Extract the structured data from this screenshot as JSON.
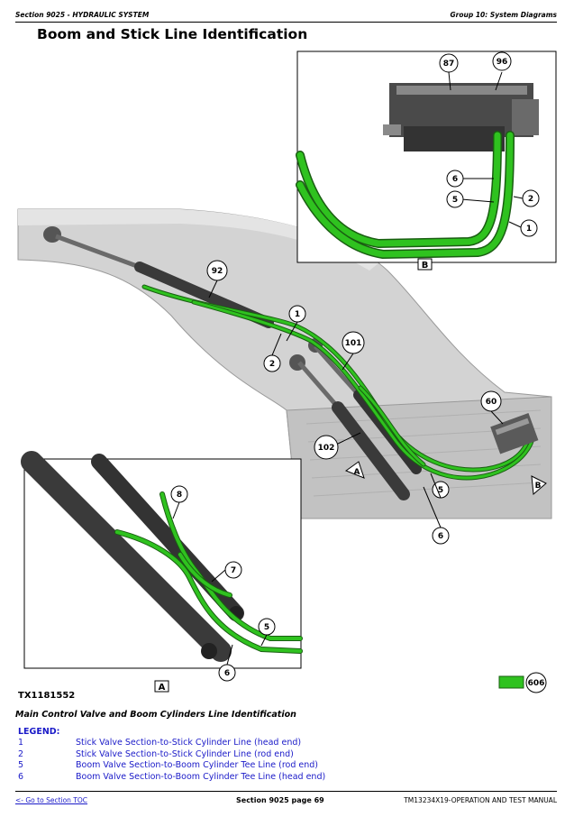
{
  "header": {
    "section": "Section 9025 - HYDRAULIC SYSTEM",
    "group": "Group 10: System Diagrams"
  },
  "page_title": "Boom and Stick Line Identification",
  "figure": {
    "callouts": {
      "c87": "87",
      "c96": "96",
      "c6_b": "6",
      "c5_b": "5",
      "c2_b": "2",
      "c1_b": "1",
      "c92": "92",
      "c1_m": "1",
      "c2_m": "2",
      "c101": "101",
      "c60": "60",
      "c102": "102",
      "c5_m": "5",
      "c6_m": "6",
      "c8": "8",
      "c7": "7",
      "c5_a": "5",
      "c6_a": "6",
      "c606": "606"
    },
    "view_labels": {
      "inset_b": "B",
      "inset_a": "A",
      "arrow_a": "A",
      "arrow_b": "B"
    },
    "figure_id": "TX1181552",
    "colors": {
      "hose": "#2fc21f",
      "hose_outline": "#1a5e12",
      "machine": "#c8c8c8",
      "cylinder": "#3a3a3a"
    }
  },
  "caption": "Main Control Valve and Boom Cylinders Line Identification",
  "legend": {
    "title": "LEGEND:",
    "items": [
      {
        "num": "1",
        "desc": "Stick Valve Section-to-Stick Cylinder Line (head end)"
      },
      {
        "num": "2",
        "desc": "Stick Valve Section-to-Stick Cylinder Line (rod end)"
      },
      {
        "num": "5",
        "desc": "Boom Valve Section-to-Boom Cylinder Tee Line (rod end)"
      },
      {
        "num": "6",
        "desc": "Boom Valve Section-to-Boom Cylinder Tee Line (head end)"
      }
    ]
  },
  "footer": {
    "toc_link": "<- Go to Section TOC",
    "page": "Section 9025 page 69",
    "manual": "TM13234X19-OPERATION AND TEST MANUAL"
  }
}
